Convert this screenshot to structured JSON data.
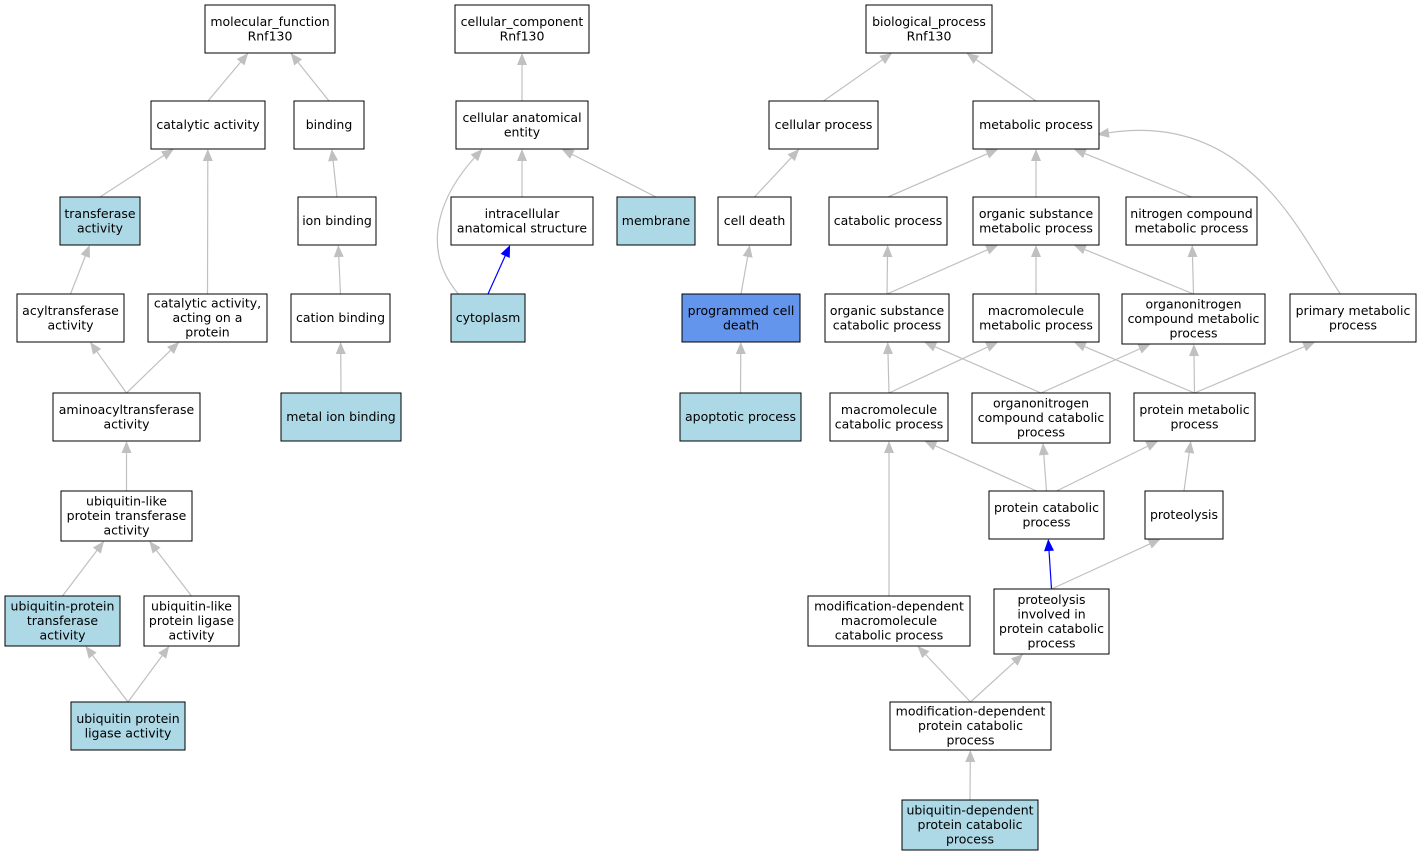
{
  "colors": {
    "plain": "#ffffff",
    "annotated": "#add8e6",
    "highlighted": "#6495ed",
    "edge_gray": "#c0c0c0",
    "edge_blue": "#0000ff"
  },
  "nodes": [
    {
      "id": "mf_root",
      "lines": [
        "molecular_function",
        "Rnf130"
      ],
      "style": "plain"
    },
    {
      "id": "catalytic",
      "lines": [
        "catalytic activity"
      ],
      "style": "plain"
    },
    {
      "id": "binding",
      "lines": [
        "binding"
      ],
      "style": "plain"
    },
    {
      "id": "transferase",
      "lines": [
        "transferase",
        "activity"
      ],
      "style": "annotated"
    },
    {
      "id": "ion_binding",
      "lines": [
        "ion binding"
      ],
      "style": "plain"
    },
    {
      "id": "acyltransferase",
      "lines": [
        "acyltransferase",
        "activity"
      ],
      "style": "plain"
    },
    {
      "id": "cat_protein",
      "lines": [
        "catalytic activity,",
        "acting on a",
        "protein"
      ],
      "style": "plain"
    },
    {
      "id": "cation_binding",
      "lines": [
        "cation binding"
      ],
      "style": "plain"
    },
    {
      "id": "aminoacyl",
      "lines": [
        "aminoacyltransferase",
        "activity"
      ],
      "style": "plain"
    },
    {
      "id": "metal_ion",
      "lines": [
        "metal ion binding"
      ],
      "style": "annotated"
    },
    {
      "id": "ubl_transferase",
      "lines": [
        "ubiquitin-like",
        "protein transferase",
        "activity"
      ],
      "style": "plain"
    },
    {
      "id": "ub_protein_transferase",
      "lines": [
        "ubiquitin-protein",
        "transferase",
        "activity"
      ],
      "style": "annotated"
    },
    {
      "id": "ubl_ligase",
      "lines": [
        "ubiquitin-like",
        "protein ligase",
        "activity"
      ],
      "style": "plain"
    },
    {
      "id": "ub_ligase",
      "lines": [
        "ubiquitin protein",
        "ligase activity"
      ],
      "style": "annotated"
    },
    {
      "id": "cc_root",
      "lines": [
        "cellular_component",
        "Rnf130"
      ],
      "style": "plain"
    },
    {
      "id": "cae",
      "lines": [
        "cellular anatomical",
        "entity"
      ],
      "style": "plain"
    },
    {
      "id": "ias",
      "lines": [
        "intracellular",
        "anatomical structure"
      ],
      "style": "plain"
    },
    {
      "id": "membrane",
      "lines": [
        "membrane"
      ],
      "style": "annotated"
    },
    {
      "id": "cytoplasm",
      "lines": [
        "cytoplasm"
      ],
      "style": "annotated"
    },
    {
      "id": "bp_root",
      "lines": [
        "biological_process",
        "Rnf130"
      ],
      "style": "plain"
    },
    {
      "id": "cellular_process",
      "lines": [
        "cellular process"
      ],
      "style": "plain"
    },
    {
      "id": "metabolic",
      "lines": [
        "metabolic process"
      ],
      "style": "plain"
    },
    {
      "id": "cell_death",
      "lines": [
        "cell death"
      ],
      "style": "plain"
    },
    {
      "id": "catabolic",
      "lines": [
        "catabolic process"
      ],
      "style": "plain"
    },
    {
      "id": "org_sub_met",
      "lines": [
        "organic substance",
        "metabolic process"
      ],
      "style": "plain"
    },
    {
      "id": "nitrogen_met",
      "lines": [
        "nitrogen compound",
        "metabolic process"
      ],
      "style": "plain"
    },
    {
      "id": "pcd",
      "lines": [
        "programmed cell",
        "death"
      ],
      "style": "highlighted"
    },
    {
      "id": "org_sub_cat",
      "lines": [
        "organic substance",
        "catabolic process"
      ],
      "style": "plain"
    },
    {
      "id": "macro_met",
      "lines": [
        "macromolecule",
        "metabolic process"
      ],
      "style": "plain"
    },
    {
      "id": "orgN_met",
      "lines": [
        "organonitrogen",
        "compound metabolic",
        "process"
      ],
      "style": "plain"
    },
    {
      "id": "primary_met",
      "lines": [
        "primary metabolic",
        "process"
      ],
      "style": "plain"
    },
    {
      "id": "apoptotic",
      "lines": [
        "apoptotic process"
      ],
      "style": "annotated"
    },
    {
      "id": "macro_cat",
      "lines": [
        "macromolecule",
        "catabolic process"
      ],
      "style": "plain"
    },
    {
      "id": "orgN_cat",
      "lines": [
        "organonitrogen",
        "compound catabolic",
        "process"
      ],
      "style": "plain"
    },
    {
      "id": "protein_met",
      "lines": [
        "protein metabolic",
        "process"
      ],
      "style": "plain"
    },
    {
      "id": "protein_cat",
      "lines": [
        "protein catabolic",
        "process"
      ],
      "style": "plain"
    },
    {
      "id": "proteolysis",
      "lines": [
        "proteolysis"
      ],
      "style": "plain"
    },
    {
      "id": "mod_macro_cat",
      "lines": [
        "modification-dependent",
        "macromolecule",
        "catabolic process"
      ],
      "style": "plain"
    },
    {
      "id": "prot_inv_cat",
      "lines": [
        "proteolysis",
        "involved in",
        "protein catabolic",
        "process"
      ],
      "style": "plain"
    },
    {
      "id": "mod_prot_cat",
      "lines": [
        "modification-dependent",
        "protein catabolic",
        "process"
      ],
      "style": "plain"
    },
    {
      "id": "ub_dep_cat",
      "lines": [
        "ubiquitin-dependent",
        "protein catabolic",
        "process"
      ],
      "style": "annotated"
    }
  ],
  "edges": [
    {
      "from": "catalytic",
      "to": "mf_root",
      "color": "gray"
    },
    {
      "from": "binding",
      "to": "mf_root",
      "color": "gray"
    },
    {
      "from": "transferase",
      "to": "catalytic",
      "color": "gray"
    },
    {
      "from": "cat_protein",
      "to": "catalytic",
      "color": "gray"
    },
    {
      "from": "ion_binding",
      "to": "binding",
      "color": "gray"
    },
    {
      "from": "acyltransferase",
      "to": "transferase",
      "color": "gray"
    },
    {
      "from": "cation_binding",
      "to": "ion_binding",
      "color": "gray"
    },
    {
      "from": "aminoacyl",
      "to": "acyltransferase",
      "color": "gray"
    },
    {
      "from": "aminoacyl",
      "to": "cat_protein",
      "color": "gray"
    },
    {
      "from": "metal_ion",
      "to": "cation_binding",
      "color": "gray"
    },
    {
      "from": "ubl_transferase",
      "to": "aminoacyl",
      "color": "gray"
    },
    {
      "from": "ub_protein_transferase",
      "to": "ubl_transferase",
      "color": "gray"
    },
    {
      "from": "ubl_ligase",
      "to": "ubl_transferase",
      "color": "gray"
    },
    {
      "from": "ub_ligase",
      "to": "ub_protein_transferase",
      "color": "gray"
    },
    {
      "from": "ub_ligase",
      "to": "ubl_ligase",
      "color": "gray"
    },
    {
      "from": "cae",
      "to": "cc_root",
      "color": "gray"
    },
    {
      "from": "ias",
      "to": "cae",
      "color": "gray"
    },
    {
      "from": "membrane",
      "to": "cae",
      "color": "gray"
    },
    {
      "from": "cytoplasm",
      "to": "cae",
      "color": "gray",
      "curve": "left"
    },
    {
      "from": "cytoplasm",
      "to": "ias",
      "color": "blue"
    },
    {
      "from": "cellular_process",
      "to": "bp_root",
      "color": "gray"
    },
    {
      "from": "metabolic",
      "to": "bp_root",
      "color": "gray"
    },
    {
      "from": "cell_death",
      "to": "cellular_process",
      "color": "gray"
    },
    {
      "from": "catabolic",
      "to": "metabolic",
      "color": "gray"
    },
    {
      "from": "org_sub_met",
      "to": "metabolic",
      "color": "gray"
    },
    {
      "from": "nitrogen_met",
      "to": "metabolic",
      "color": "gray"
    },
    {
      "from": "primary_met",
      "to": "metabolic",
      "color": "gray",
      "curve": "right"
    },
    {
      "from": "pcd",
      "to": "cell_death",
      "color": "gray"
    },
    {
      "from": "org_sub_cat",
      "to": "catabolic",
      "color": "gray"
    },
    {
      "from": "org_sub_cat",
      "to": "org_sub_met",
      "color": "gray"
    },
    {
      "from": "macro_met",
      "to": "org_sub_met",
      "color": "gray"
    },
    {
      "from": "orgN_met",
      "to": "org_sub_met",
      "color": "gray"
    },
    {
      "from": "orgN_met",
      "to": "nitrogen_met",
      "color": "gray"
    },
    {
      "from": "apoptotic",
      "to": "pcd",
      "color": "gray"
    },
    {
      "from": "macro_cat",
      "to": "org_sub_cat",
      "color": "gray"
    },
    {
      "from": "macro_cat",
      "to": "macro_met",
      "color": "gray"
    },
    {
      "from": "orgN_cat",
      "to": "org_sub_cat",
      "color": "gray"
    },
    {
      "from": "orgN_cat",
      "to": "orgN_met",
      "color": "gray"
    },
    {
      "from": "protein_met",
      "to": "macro_met",
      "color": "gray"
    },
    {
      "from": "protein_met",
      "to": "orgN_met",
      "color": "gray"
    },
    {
      "from": "protein_met",
      "to": "primary_met",
      "color": "gray"
    },
    {
      "from": "protein_cat",
      "to": "macro_cat",
      "color": "gray"
    },
    {
      "from": "protein_cat",
      "to": "orgN_cat",
      "color": "gray"
    },
    {
      "from": "protein_cat",
      "to": "protein_met",
      "color": "gray"
    },
    {
      "from": "proteolysis",
      "to": "protein_met",
      "color": "gray"
    },
    {
      "from": "mod_macro_cat",
      "to": "macro_cat",
      "color": "gray"
    },
    {
      "from": "prot_inv_cat",
      "to": "protein_cat",
      "color": "blue"
    },
    {
      "from": "prot_inv_cat",
      "to": "proteolysis",
      "color": "gray"
    },
    {
      "from": "mod_prot_cat",
      "to": "mod_macro_cat",
      "color": "gray"
    },
    {
      "from": "mod_prot_cat",
      "to": "prot_inv_cat",
      "color": "gray"
    },
    {
      "from": "ub_dep_cat",
      "to": "mod_prot_cat",
      "color": "gray"
    }
  ]
}
